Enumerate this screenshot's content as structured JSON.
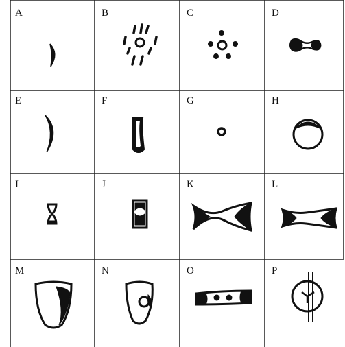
{
  "cells": [
    {
      "letter": "A",
      "icon": "crescent-half-icon"
    },
    {
      "letter": "B",
      "icon": "radiating-dashes-icon"
    },
    {
      "letter": "C",
      "icon": "ring-of-dots-icon"
    },
    {
      "letter": "D",
      "icon": "bowtie-blob-icon"
    },
    {
      "letter": "E",
      "icon": "thin-crescent-icon"
    },
    {
      "letter": "F",
      "icon": "capsule-icon"
    },
    {
      "letter": "G",
      "icon": "small-ring-icon"
    },
    {
      "letter": "H",
      "icon": "large-ring-icon"
    },
    {
      "letter": "I",
      "icon": "hourglass-icon"
    },
    {
      "letter": "J",
      "icon": "rectangle-mask-icon"
    },
    {
      "letter": "K",
      "icon": "bowtie-icon"
    },
    {
      "letter": "L",
      "icon": "bone-bar-icon"
    },
    {
      "letter": "M",
      "icon": "cup-shield-icon"
    },
    {
      "letter": "N",
      "icon": "shield-eye-icon"
    },
    {
      "letter": "O",
      "icon": "bar-with-dots-icon"
    },
    {
      "letter": "P",
      "icon": "circle-with-stem-icon"
    }
  ],
  "colors": {
    "ink": "#111111",
    "border": "#222222",
    "background": "#ffffff"
  }
}
